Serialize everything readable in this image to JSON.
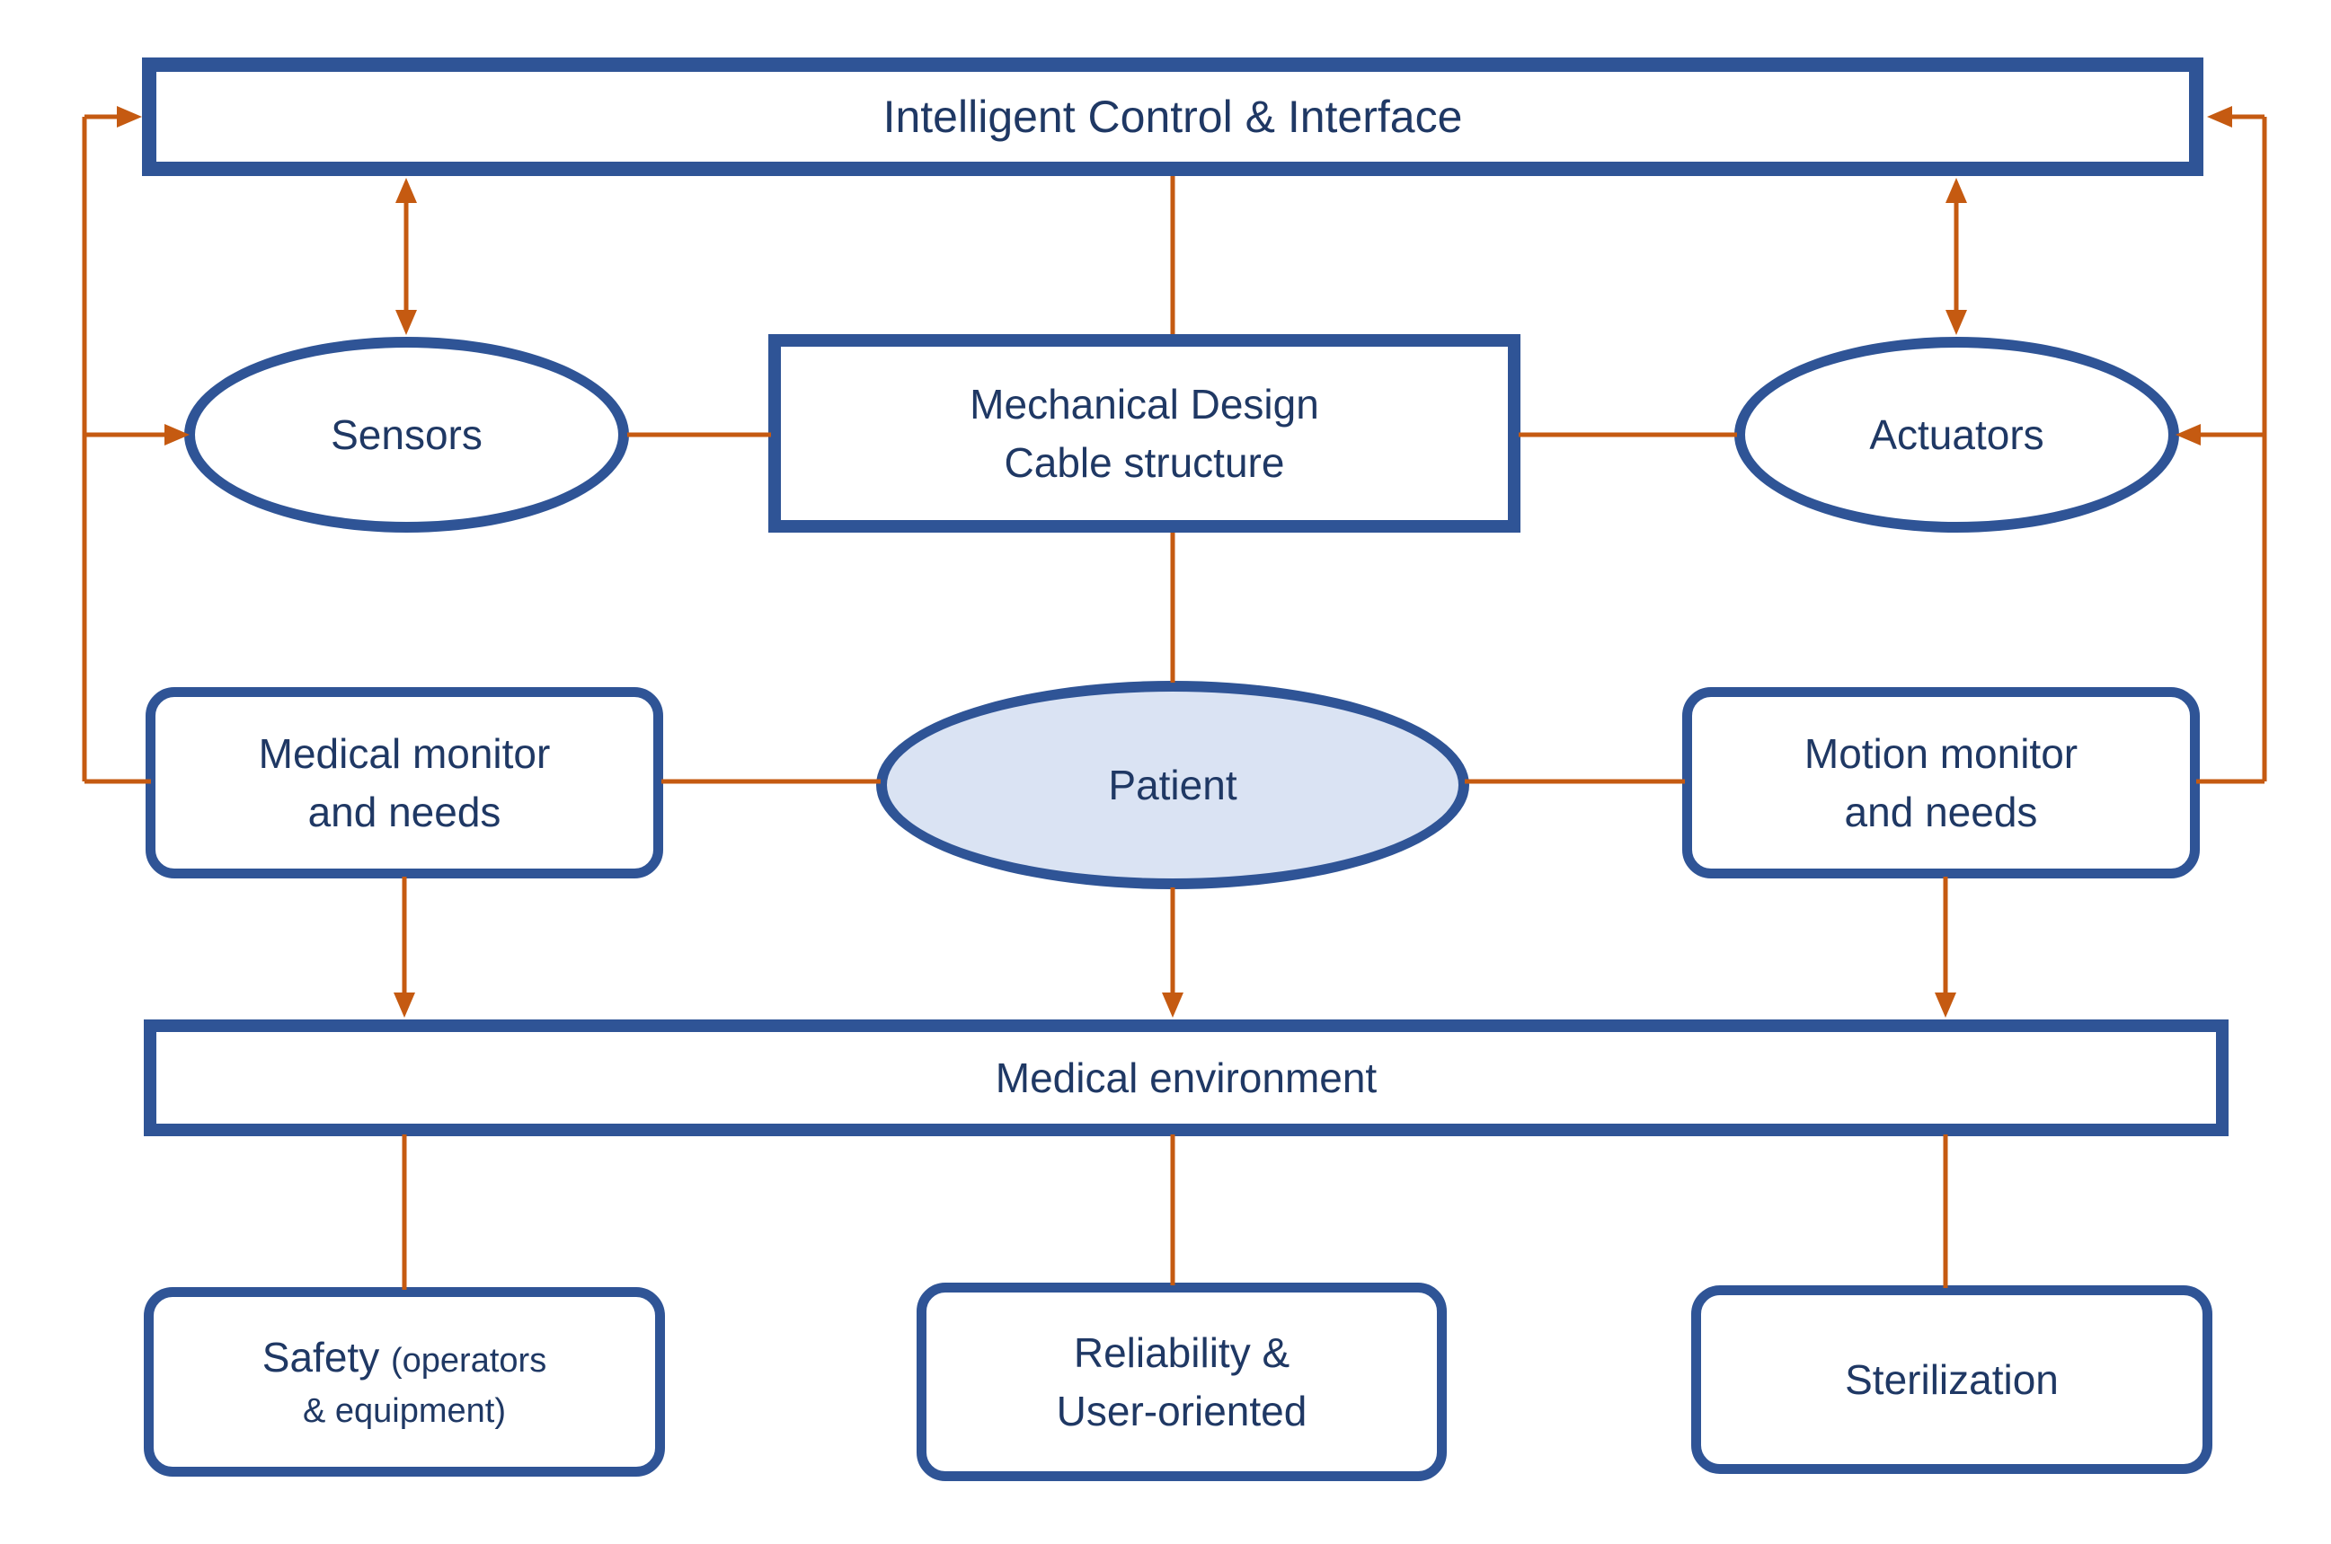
{
  "colors": {
    "box_border": "#2f5496",
    "text": "#1f3864",
    "connector": "#c55a11",
    "patient_fill": "#dae3f3"
  },
  "nodes": {
    "control": {
      "label": "Intelligent Control & Interface"
    },
    "sensors": {
      "label": "Sensors"
    },
    "mechanical": {
      "line1": "Mechanical Design",
      "line2": "Cable structure"
    },
    "actuators": {
      "label": "Actuators"
    },
    "medical_monitor": {
      "line1": "Medical monitor",
      "line2": "and needs"
    },
    "patient": {
      "label": "Patient"
    },
    "motion_monitor": {
      "line1": "Motion monitor",
      "line2": "and needs"
    },
    "medical_environment": {
      "label": "Medical environment"
    },
    "safety": {
      "word": "Safety",
      "paren1": "(operators",
      "line2": "& equipment)"
    },
    "reliability": {
      "line1": "Reliability &",
      "line2": "User-oriented"
    },
    "sterilization": {
      "label": "Sterilization"
    }
  }
}
